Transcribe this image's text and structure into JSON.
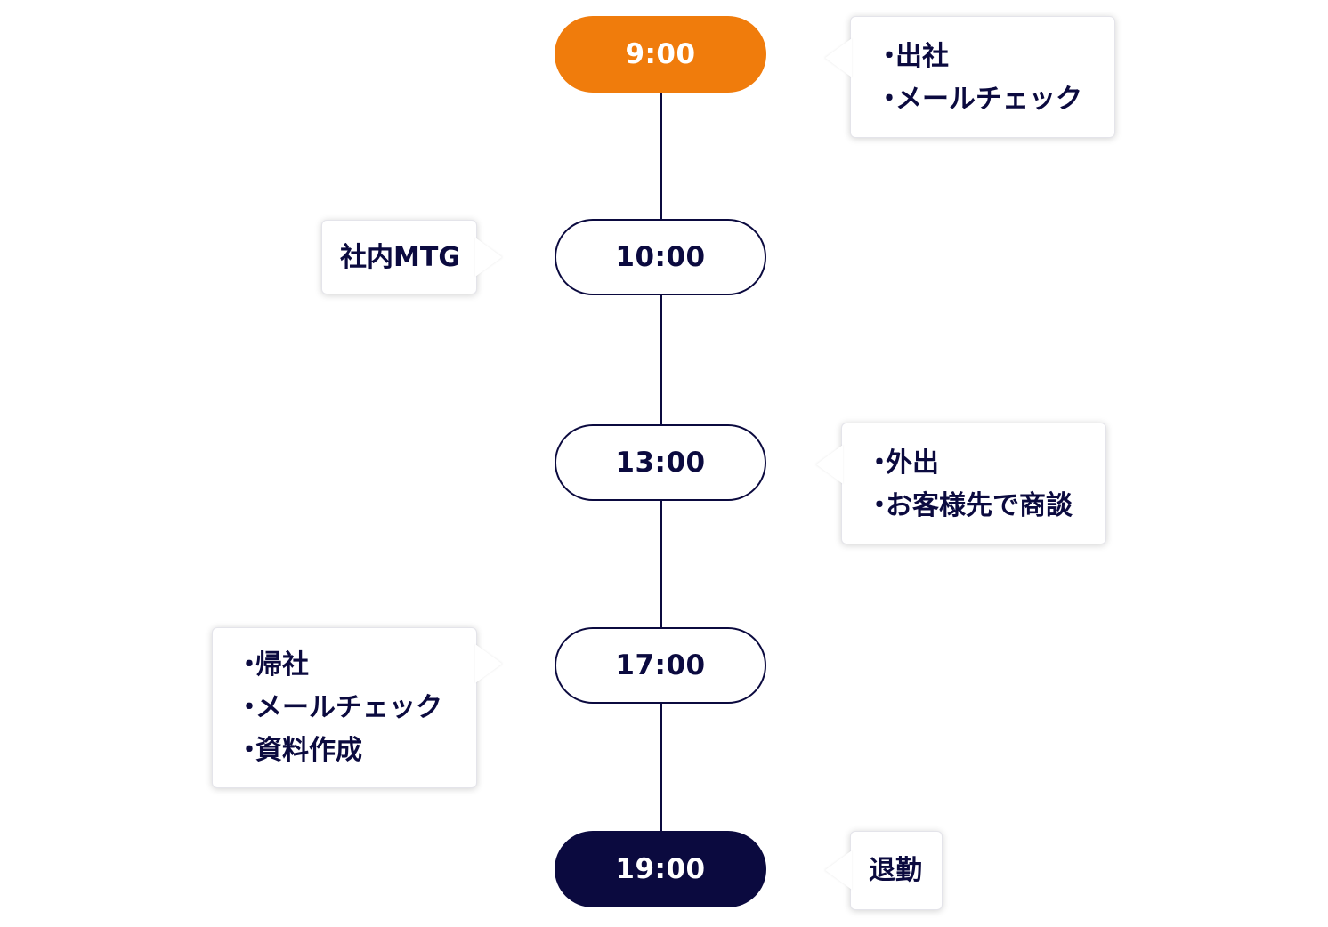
{
  "colors": {
    "navy": "#0b0a3f",
    "orange": "#f07c0c",
    "white": "#ffffff"
  },
  "timeline": [
    {
      "time": "9:00",
      "style": "orange",
      "note_side": "right",
      "note": [
        "出社",
        "メールチェック"
      ],
      "bulleted": true
    },
    {
      "time": "10:00",
      "style": "outline",
      "note_side": "left",
      "note": [
        "社内MTG"
      ],
      "bulleted": false
    },
    {
      "time": "13:00",
      "style": "outline",
      "note_side": "right",
      "note": [
        "外出",
        "お客様先で商談"
      ],
      "bulleted": true
    },
    {
      "time": "17:00",
      "style": "outline",
      "note_side": "left",
      "note": [
        "帰社",
        "メールチェック",
        "資料作成"
      ],
      "bulleted": true
    },
    {
      "time": "19:00",
      "style": "navy",
      "note_side": "right",
      "note": [
        "退勤"
      ],
      "bulleted": false
    }
  ],
  "bullet_char": "・"
}
